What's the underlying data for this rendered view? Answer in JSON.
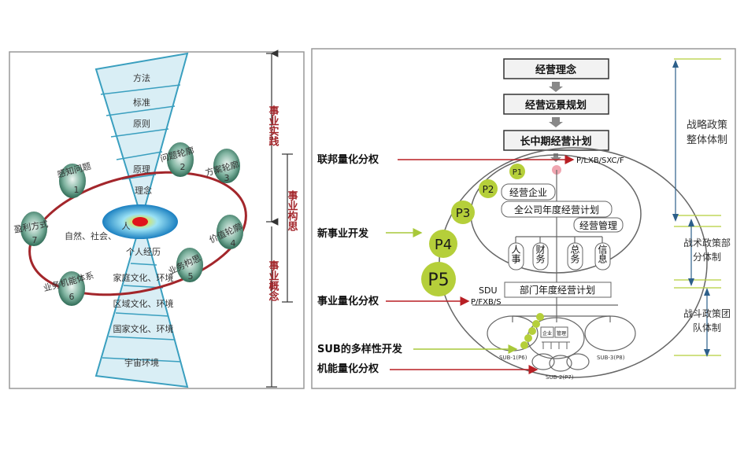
{
  "left_panel": {
    "funnel_levels": [
      "方法",
      "标准",
      "原则",
      "原理",
      "理念",
      "人",
      "个人经历",
      "家庭文化、环境",
      "区域文化、环境",
      "国家文化、环境",
      "宇宙环境"
    ],
    "ring_level": "自然、社会、",
    "cycle_nodes": [
      {
        "label": "感知问题",
        "num": "1"
      },
      {
        "label": "问题轮廓",
        "num": "2"
      },
      {
        "label": "方案轮廓",
        "num": "3"
      },
      {
        "label": "价值轮廓",
        "num": "4"
      },
      {
        "label": "业务构思",
        "num": "5"
      },
      {
        "label": "业务机能体系",
        "num": "6"
      },
      {
        "label": "盈利方式",
        "num": "7"
      }
    ],
    "axis_labels": {
      "practice": "事业实践",
      "structure": "事业构思",
      "concept": "事业概念"
    }
  },
  "right_panel": {
    "top_boxes": [
      "经营理念",
      "经营远景规划",
      "长中期经营计划"
    ],
    "lxb_code": "P/LXB/SXC/F",
    "company_box": "经营企业",
    "annual_plan": "全公司年度经营计划",
    "mgmt_box": "经营管理",
    "departments": [
      "人事",
      "财务",
      "总务",
      "信息"
    ],
    "sdu_label": "SDU",
    "dept_plan": "部门年度经营计划",
    "fxb_code": "P/FXB/S",
    "small_boxes": [
      "企业",
      "管理"
    ],
    "subs": [
      "SUB-1(P6)",
      "SUB-2(P7)",
      "SUB-3(P8)"
    ],
    "p_labels": [
      "P1",
      "P2",
      "P3",
      "P4",
      "P5"
    ],
    "left_labels": [
      "联邦量化分权",
      "新事业开发",
      "事业量化分权",
      "SUB的多样性开发",
      "机能量化分权"
    ],
    "right_labels": [
      "战略政策整体体制",
      "战术政策部分体制",
      "战斗政策团队体制"
    ]
  },
  "colors": {
    "funnel_fill": "#d9eef5",
    "funnel_stroke": "#3a9fbf",
    "ellipse_red": "#a3262b",
    "node_green": "#4f8f78",
    "p_green": "#b5cf3a",
    "arrow_red": "#b81f24",
    "arrow_green": "#a8c83a",
    "axis_red": "#a3262b",
    "box_border": "#333333",
    "panel_border": "#999999"
  }
}
